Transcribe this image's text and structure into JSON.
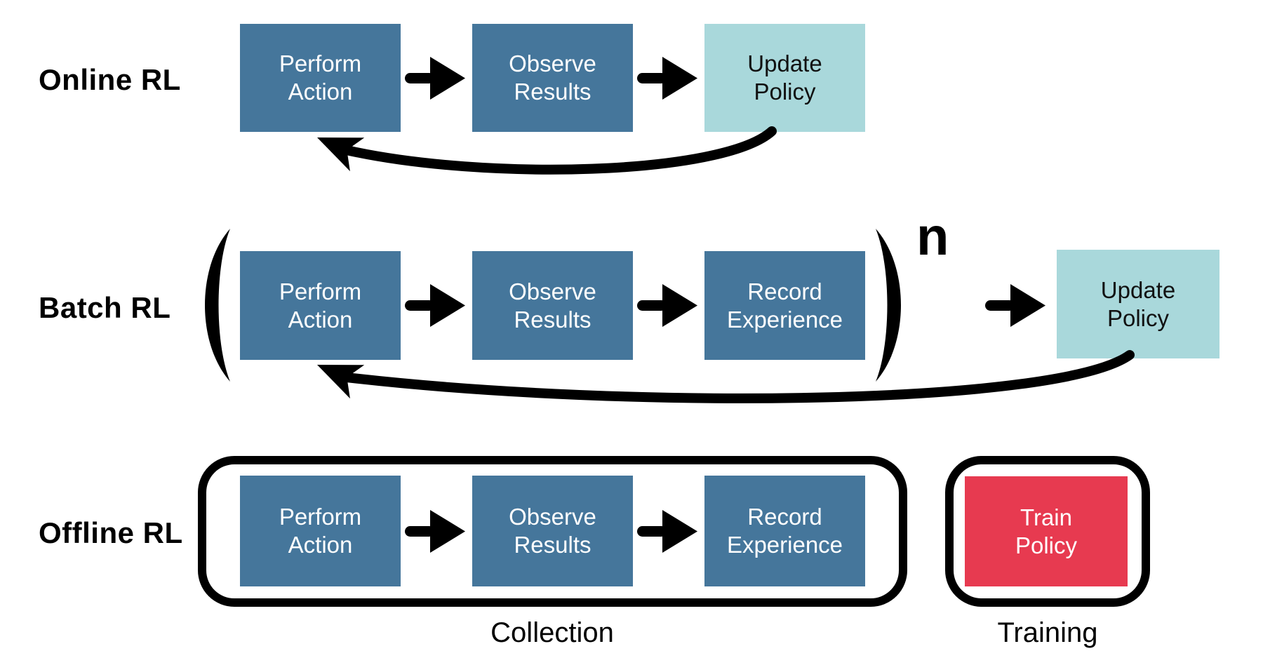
{
  "colors": {
    "box_blue": "#45769B",
    "box_teal": "#A9D8DB",
    "box_red": "#E73A50",
    "ink": "#000000"
  },
  "rows": {
    "online": {
      "label": "Online RL",
      "boxes": [
        {
          "l1": "Perform",
          "l2": "Action"
        },
        {
          "l1": "Observe",
          "l2": "Results"
        },
        {
          "l1": "Update",
          "l2": "Policy"
        }
      ]
    },
    "batch": {
      "label": "Batch RL",
      "exponent": "n",
      "boxes": [
        {
          "l1": "Perform",
          "l2": "Action"
        },
        {
          "l1": "Observe",
          "l2": "Results"
        },
        {
          "l1": "Record",
          "l2": "Experience"
        }
      ],
      "update_box": {
        "l1": "Update",
        "l2": "Policy"
      }
    },
    "offline": {
      "label": "Offline RL",
      "boxes": [
        {
          "l1": "Perform",
          "l2": "Action"
        },
        {
          "l1": "Observe",
          "l2": "Results"
        },
        {
          "l1": "Record",
          "l2": "Experience"
        }
      ],
      "train_box": {
        "l1": "Train",
        "l2": "Policy"
      },
      "collection_caption": "Collection",
      "training_caption": "Training"
    }
  }
}
